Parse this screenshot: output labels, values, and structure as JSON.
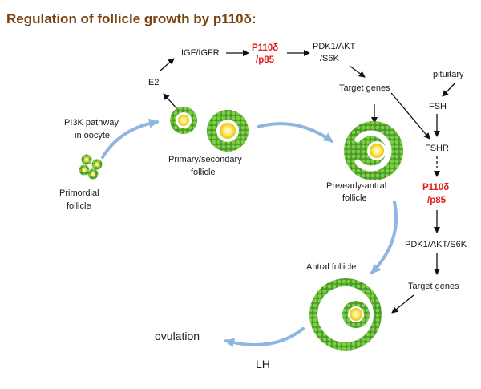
{
  "title": "Regulation of follicle growth by p110δ:",
  "labels": {
    "igf_igfr": "IGF/IGFR",
    "p110_top_1": "P110δ",
    "p110_top_2": "/p85",
    "pdk_top_1": "PDK1/AKT",
    "pdk_top_2": "/S6K",
    "e2": "E2",
    "target_genes_top": "Target genes",
    "pituitary": "pituitary",
    "fsh": "FSH",
    "fshr": "FSHR",
    "p110_right_1": "P110δ",
    "p110_right_2": "/p85",
    "pdk_right": "PDK1/AKT/S6K",
    "target_genes_bottom": "Target genes",
    "pi3k_1": "PI3K pathway",
    "pi3k_2": "in oocyte",
    "primordial_1": "Primordial",
    "primordial_2": "follicle",
    "primary_1": "Primary/secondary",
    "primary_2": "follicle",
    "preantral_1": "Pre/early-antral",
    "preantral_2": "follicle",
    "antral": "Antral follicle",
    "ovulation": "ovulation",
    "lh": "LH"
  },
  "colors": {
    "title": "#7a4210",
    "highlight": "#e01b1b",
    "progression_arrow": "#8fb6e0",
    "granulosa": "#6cc03c",
    "oocyte": "#f2d21a"
  }
}
